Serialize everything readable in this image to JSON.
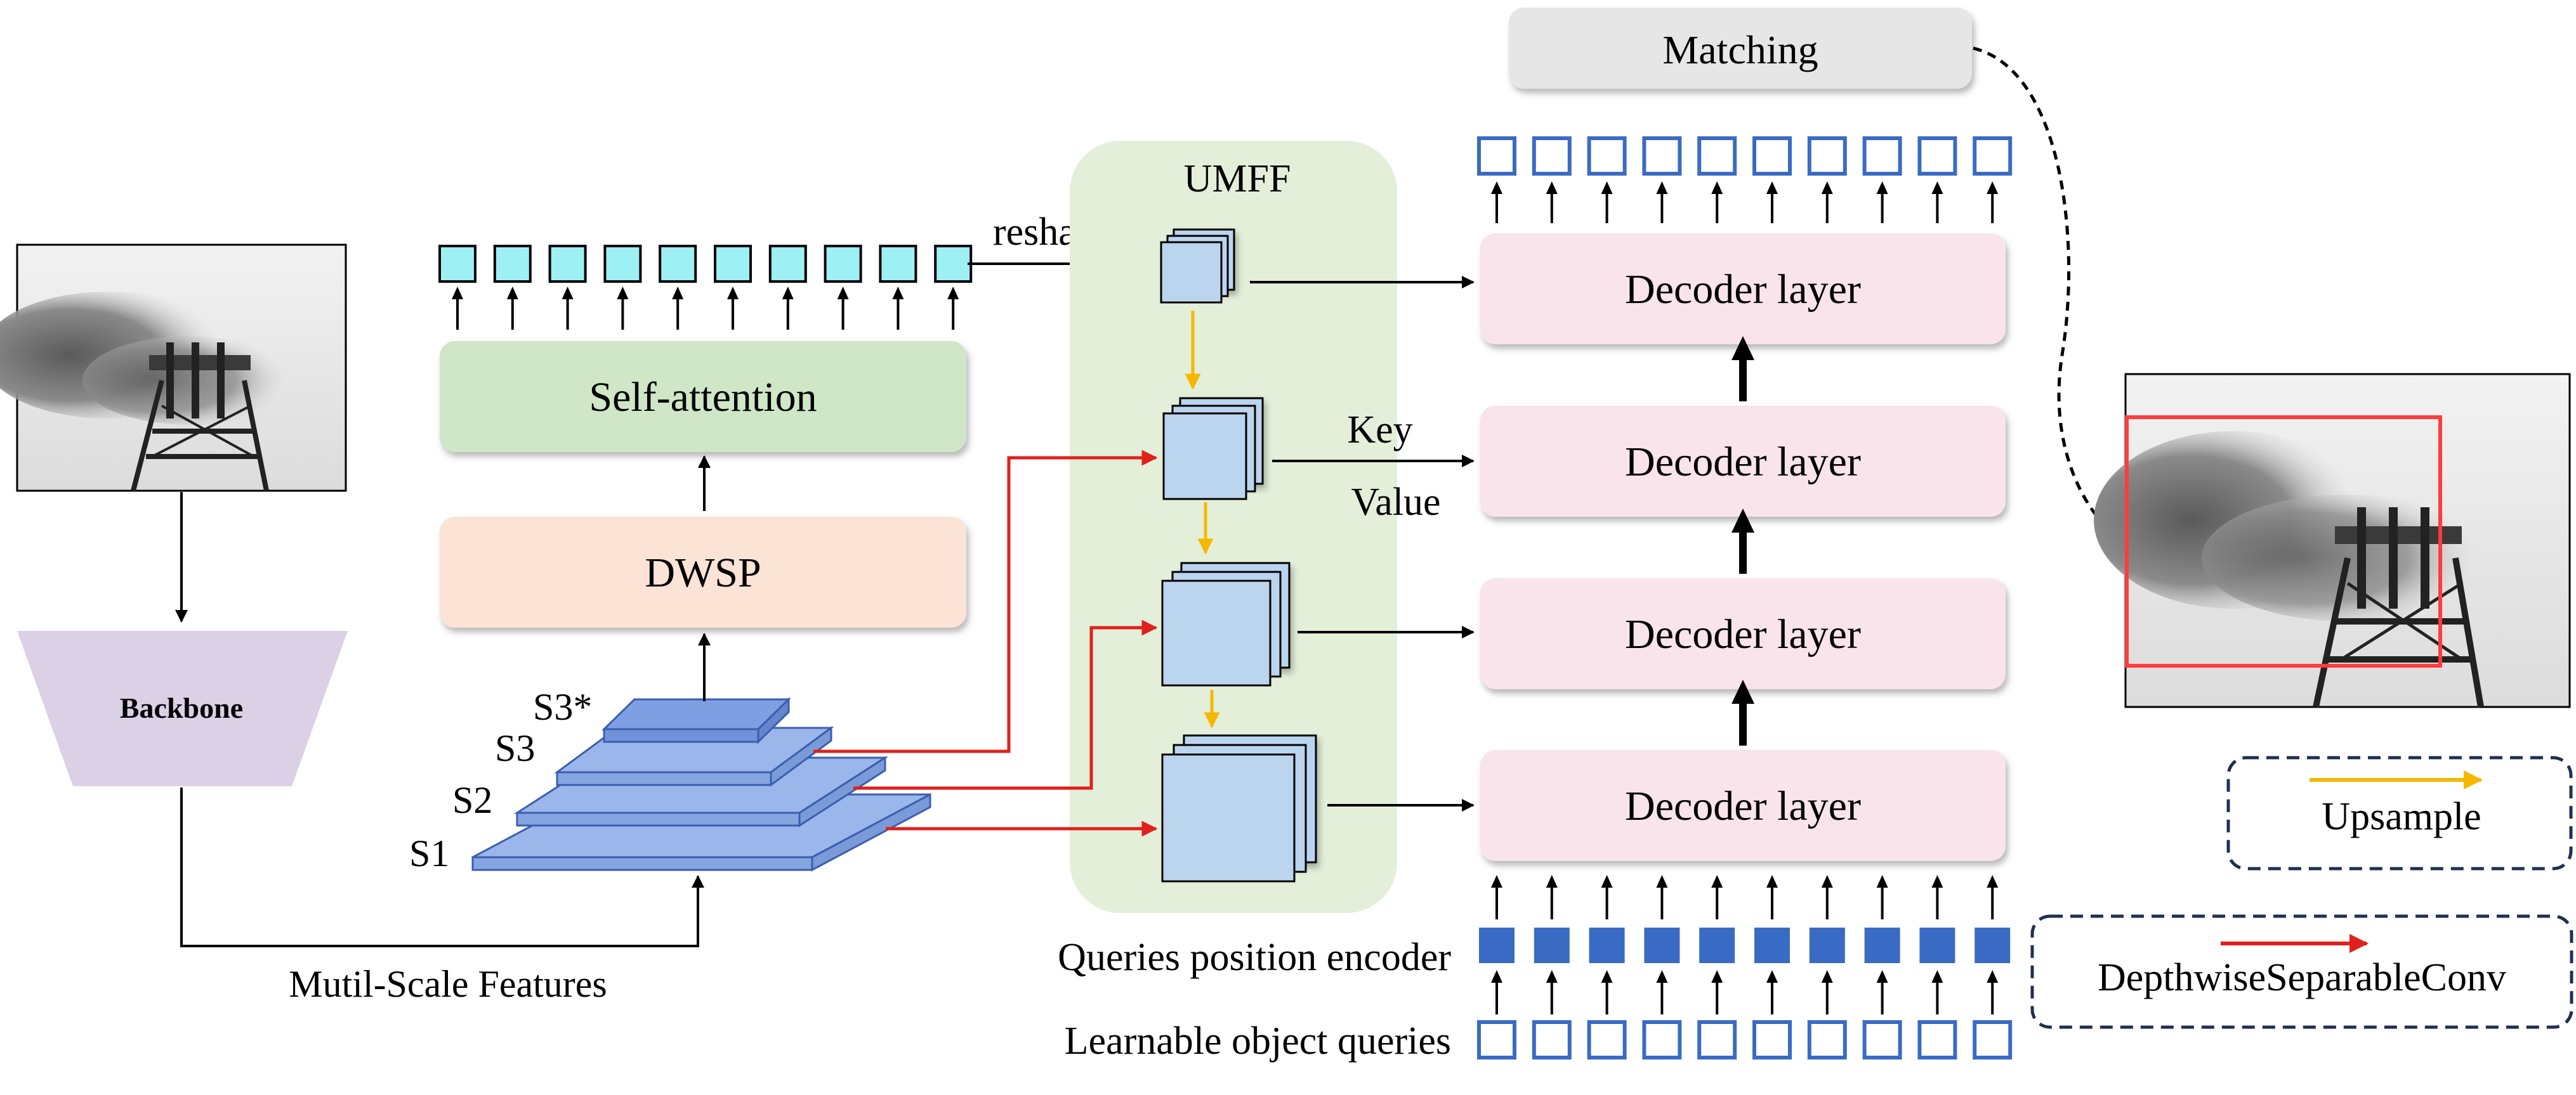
{
  "labels": {
    "matching": "Matching",
    "umff": "UMFF",
    "reshape": "reshape",
    "self_attention": "Self-attention",
    "dwsp": "DWSP",
    "backbone": "Backbone",
    "multi_scale": "Mutil-Scale Features",
    "decoder_layer": "Decoder layer",
    "key": "Key",
    "value": "Value",
    "queries_position_encoder": "Queries position encoder",
    "learnable_object_queries": "Learnable object queries",
    "s1": "S1",
    "s2": "S2",
    "s3": "S3",
    "s3_star": "S3*"
  },
  "legend": {
    "upsample": "Upsample",
    "depthwise": "DepthwiseSeparableConv"
  },
  "colors": {
    "upsample_arrow": "#f5b800",
    "conv_arrow": "#e0201c",
    "cyan_token": "#9df0f4",
    "blue_token": "#3a6bc4",
    "umff_bg": "#e3efd9",
    "decoder_bg": "#f8e4ea",
    "self_attention_bg": "#cfe6c7",
    "dwsp_bg": "#fbe3d6",
    "backbone_bg": "#dcd0e6",
    "matching_bg": "#e6e6e6",
    "feature_map": "#bcd5ef",
    "pyramid": "#9ab6ea"
  }
}
